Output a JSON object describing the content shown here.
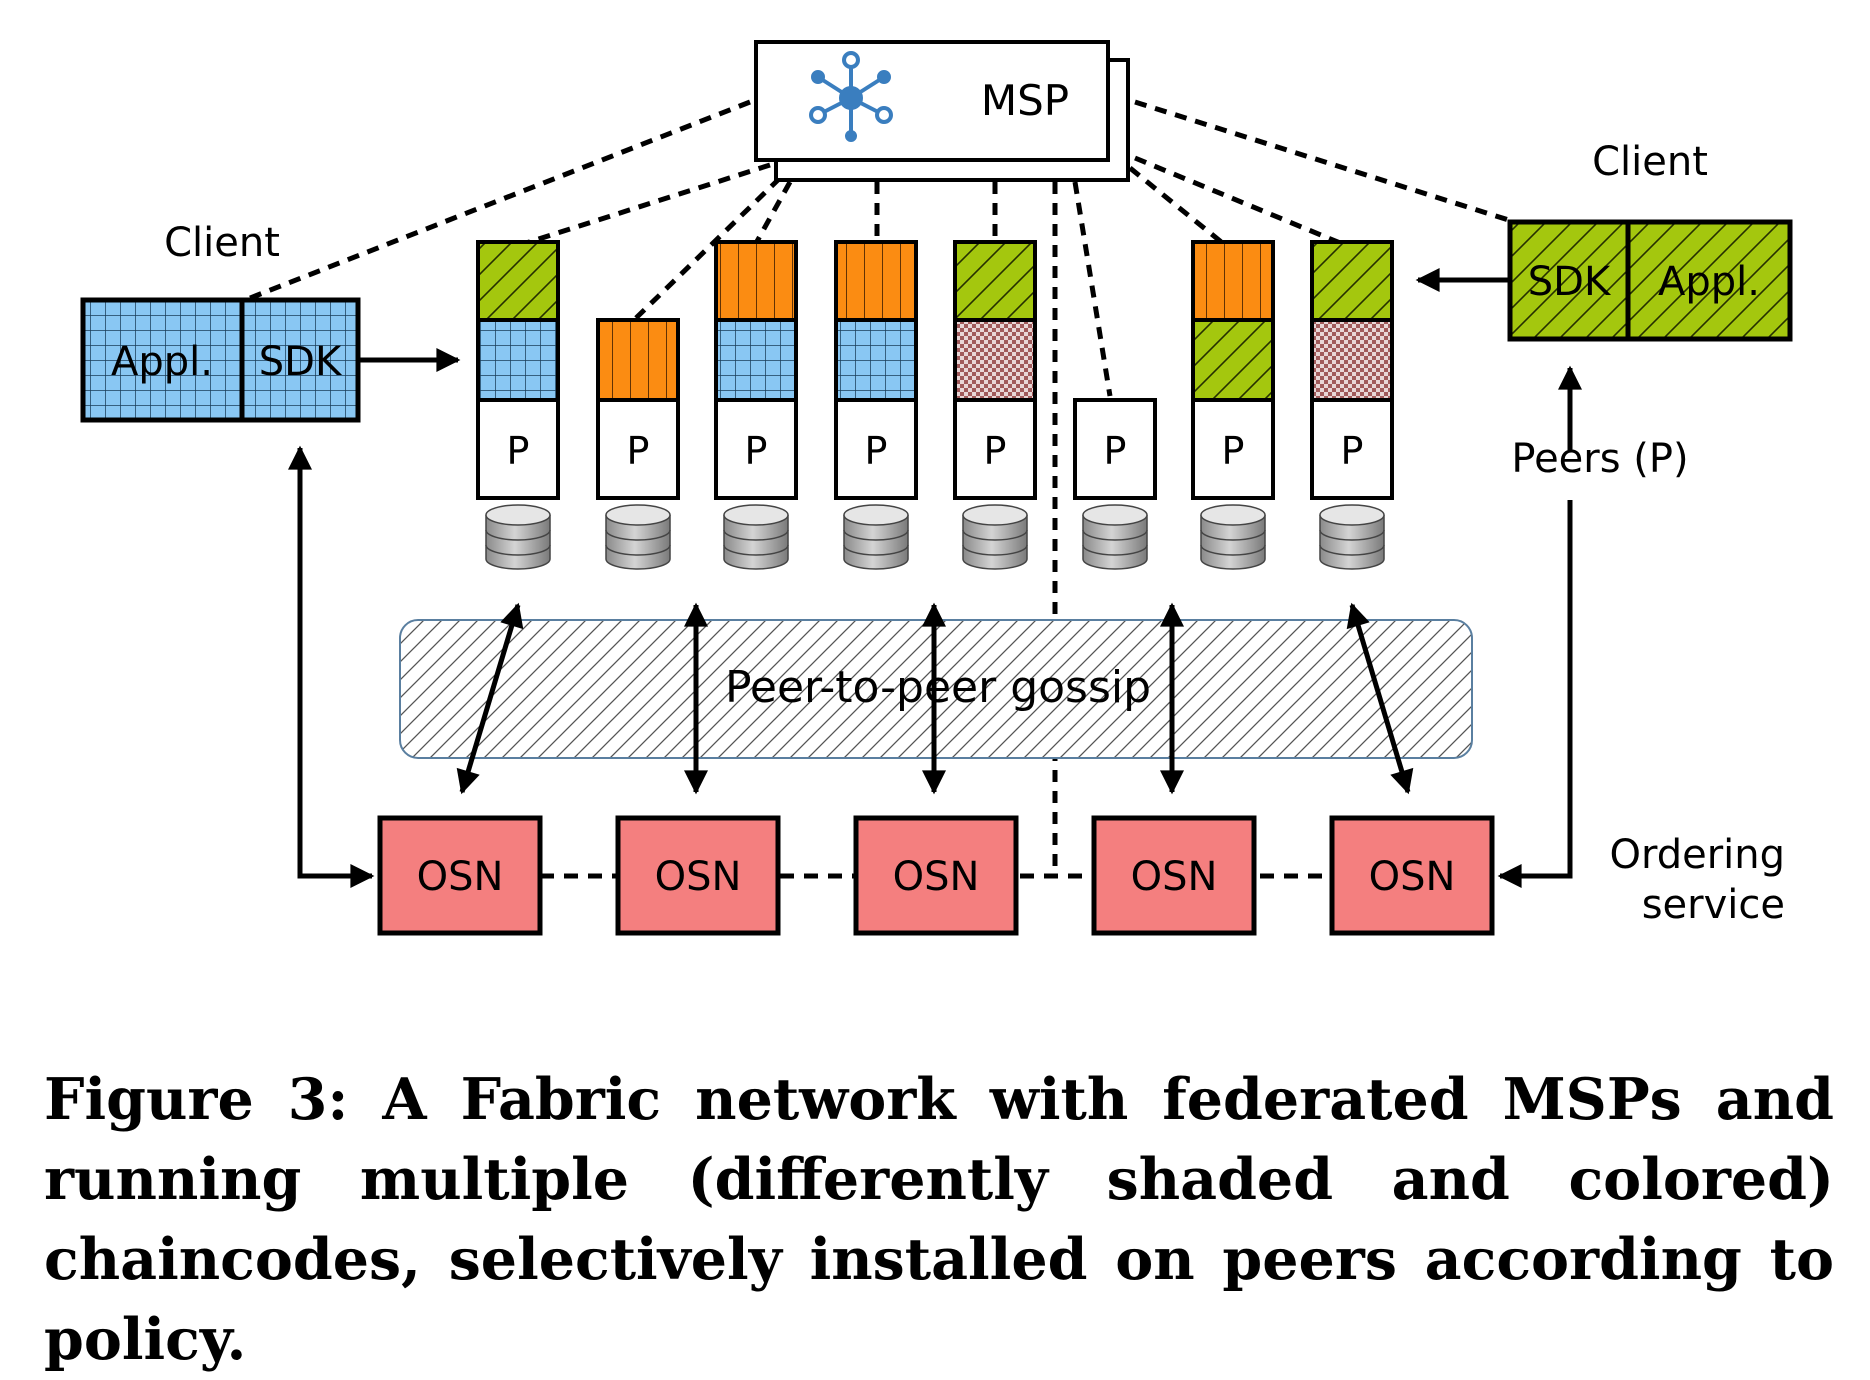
{
  "msp": {
    "label": "MSP",
    "icon": "network-hub-icon",
    "icon_color": "#3a7ebf"
  },
  "clients": {
    "left": {
      "title": "Client",
      "appl": "Appl.",
      "sdk": "SDK"
    },
    "right": {
      "title": "Client",
      "appl": "Appl.",
      "sdk": "SDK"
    }
  },
  "peer_label": "P",
  "peers_caption": "Peers (P)",
  "gossip_label": "Peer-to-peer gossip",
  "osn_label": "OSN",
  "ordering_service": [
    "Ordering",
    "service"
  ],
  "colors": {
    "green": "#a4c70e",
    "blue": "#89c7f3",
    "orange": "#fb8c12",
    "checker": "#b07a7a",
    "osn": "#f47f7f"
  },
  "caption": "Figure 3: A Fabric network with federated MSPs and running multiple (differently shaded and colored) chaincodes, selectively installed on peers according to policy."
}
